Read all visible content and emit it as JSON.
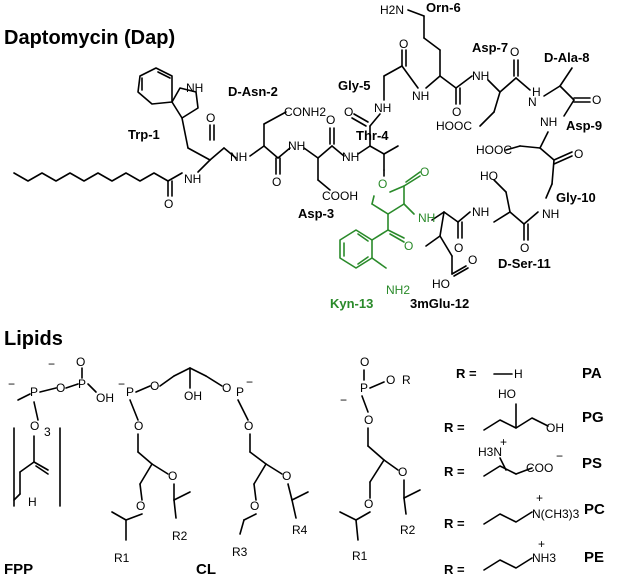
{
  "titles": {
    "daptomycin": "Daptomycin (Dap)",
    "lipids": "Lipids"
  },
  "residues": {
    "trp1": "Trp-1",
    "dasn2": "D-Asn-2",
    "asp3": "Asp-3",
    "thr4": "Thr-4",
    "gly5": "Gly-5",
    "orn6": "Orn-6",
    "asp7": "Asp-7",
    "dala8": "D-Ala-8",
    "asp9": "Asp-9",
    "gly10": "Gly-10",
    "dser11": "D-Ser-11",
    "mglu12": "3mGlu-12",
    "kyn13": "Kyn-13"
  },
  "atoms": {
    "nh": "NH",
    "n": "N",
    "h": "H",
    "o": "O",
    "oh": "OH",
    "p": "P",
    "conh2": "CONH2",
    "cooh": "COOH",
    "hooc": "HOOC",
    "h2n": "H2N",
    "nh2": "NH2",
    "ho": "HO",
    "r": "R",
    "r1": "R1",
    "r2": "R2",
    "r3": "R3",
    "r4": "R4",
    "minus": "−",
    "plus": "+",
    "sub3": "3",
    "h3n": "H3N",
    "coo": "COO",
    "nme3": "N(CH3)3",
    "nh3": "NH3"
  },
  "lipid_labels": {
    "fpp": "FPP",
    "cl": "CL"
  },
  "headgroups": [
    {
      "abbr": "PA",
      "eq": "R =",
      "group": "H"
    },
    {
      "abbr": "PG",
      "eq": "R =",
      "group": "glycerol"
    },
    {
      "abbr": "PS",
      "eq": "R =",
      "group": "serine"
    },
    {
      "abbr": "PC",
      "eq": "R =",
      "group": "choline"
    },
    {
      "abbr": "PE",
      "eq": "R =",
      "group": "ethanolamine"
    }
  ],
  "colors": {
    "kyn": "#2a8a2a",
    "ink": "#000000"
  }
}
